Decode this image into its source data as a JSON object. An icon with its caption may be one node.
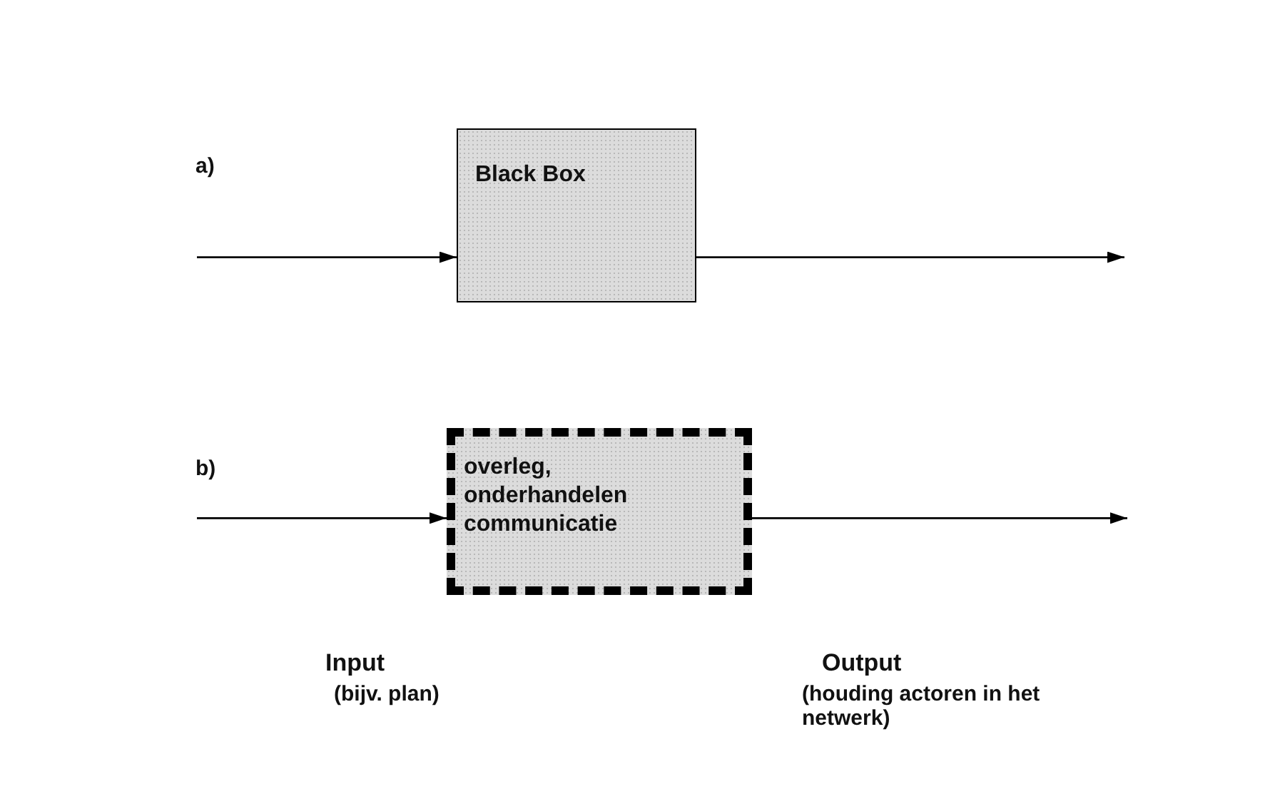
{
  "diagram": {
    "nodes": [
      {
        "text": [
          "Black Box"
        ]
      },
      {
        "text": [
          "overleg, onderhandelen communicatie"
        ]
      }
    ],
    "edges": [
      {
        "from": null,
        "to": 0,
        "arrow": "to"
      },
      {
        "from": 0,
        "to": null,
        "arrow": "to"
      },
      {
        "from": null,
        "to": 1,
        "arrow": "to"
      },
      {
        "from": 1,
        "to": null,
        "arrow": "to"
      }
    ],
    "labels": [
      "a)",
      "b)",
      "Input",
      "(bijv. plan)",
      "Output",
      "(houding actoren in het netwerk)"
    ]
  }
}
